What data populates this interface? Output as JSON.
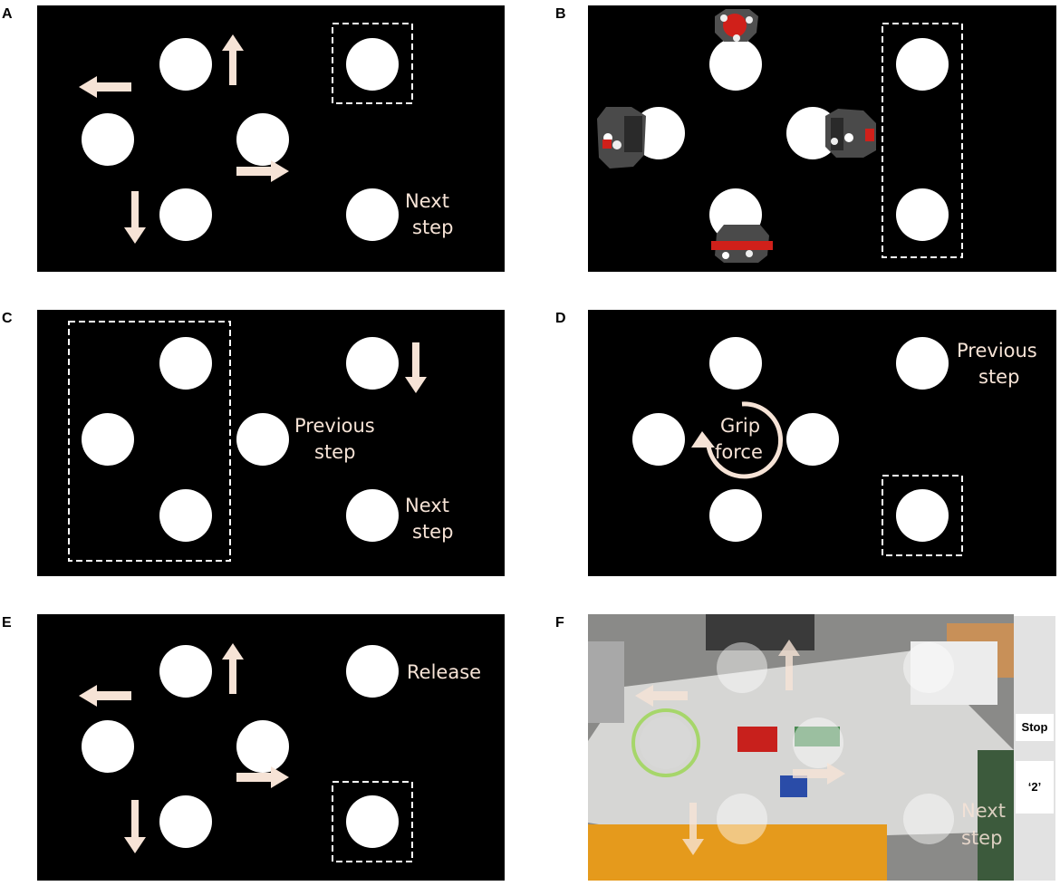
{
  "panels": {
    "a": {
      "label": "A",
      "text_next": [
        "Next",
        "step"
      ]
    },
    "b": {
      "label": "B"
    },
    "c": {
      "label": "C",
      "text_prev": [
        "Previous",
        "step"
      ],
      "text_next": [
        "Next",
        "step"
      ]
    },
    "d": {
      "label": "D",
      "text_prev": [
        "Previous",
        "step"
      ],
      "text_grip": [
        "Grip",
        "force"
      ]
    },
    "e": {
      "label": "E",
      "text_release": "Release"
    },
    "f": {
      "label": "F",
      "text_next": [
        "Next",
        "step"
      ],
      "stop_label": "Stop",
      "count_label": "‘2’"
    }
  },
  "colors": {
    "panel_bg": "#000000",
    "circle": "#ffffff",
    "arrow": "#f6e3d6",
    "dashed_box": "#ffffff",
    "selected_ring": "#a6d66a",
    "sidebar_bg": "#e2e2e2"
  }
}
